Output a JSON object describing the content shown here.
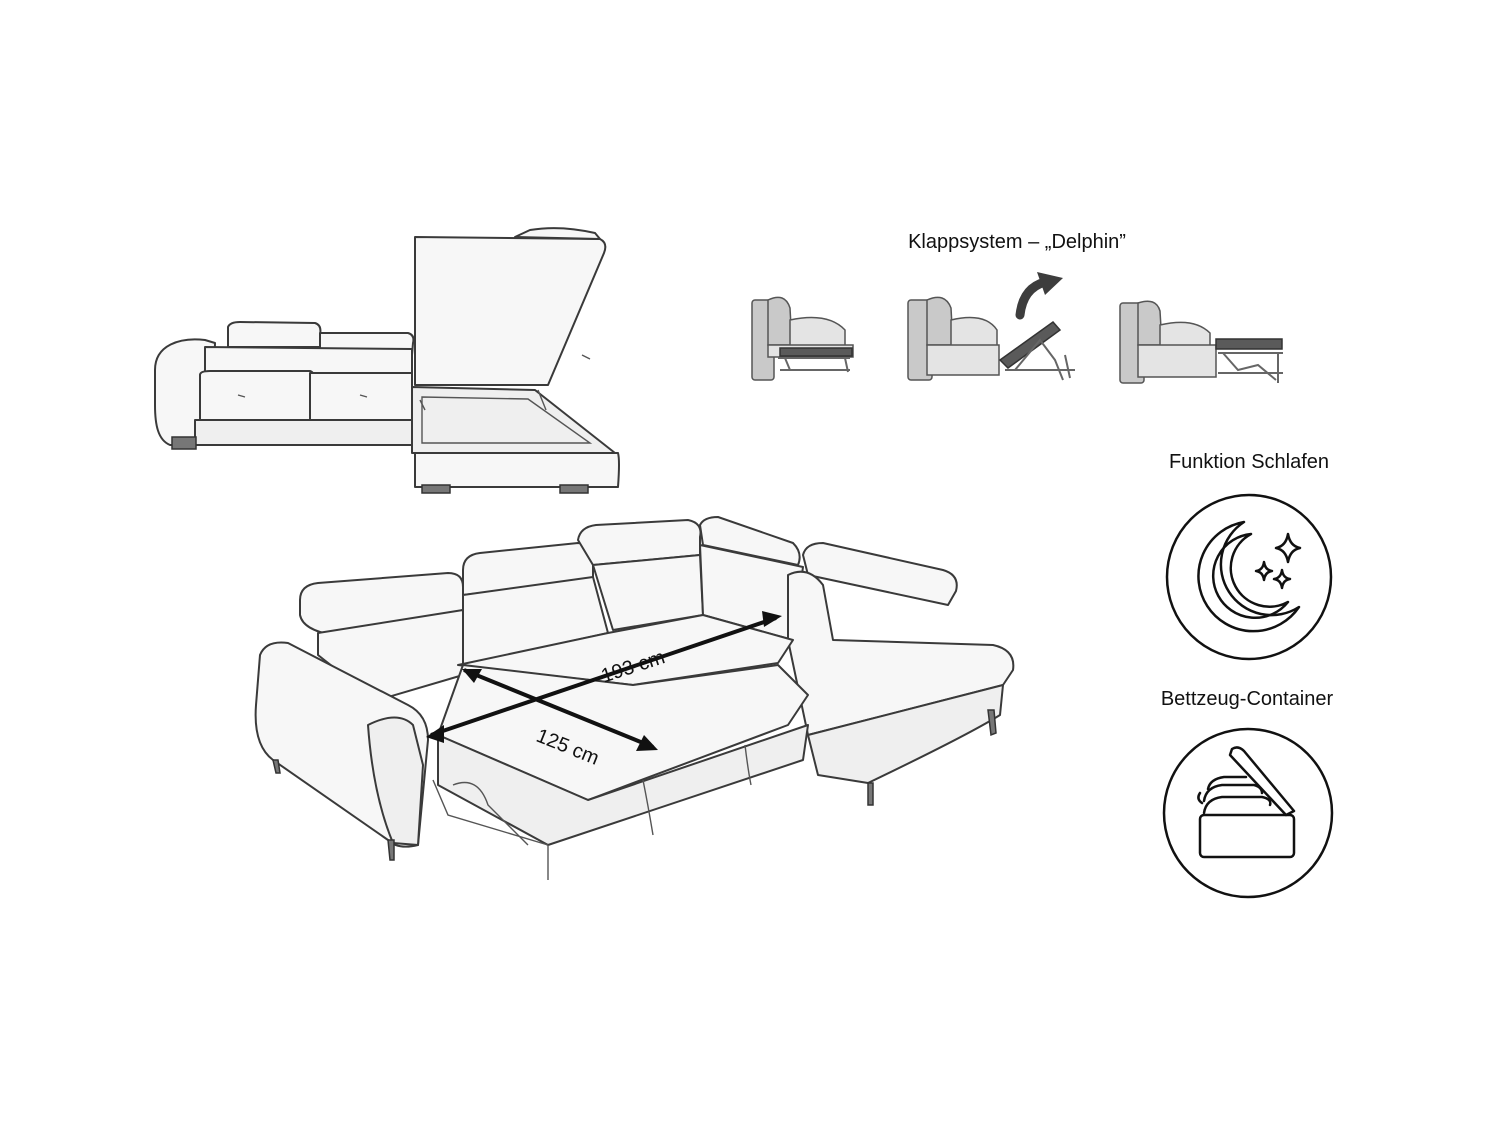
{
  "mechanism": {
    "title": "Klappsystem – „Delphin”",
    "steps": [
      "closed",
      "unfolding",
      "bed"
    ]
  },
  "features": [
    {
      "label": "Funktion Schlafen",
      "icon": "moon-stars-icon"
    },
    {
      "label": "Bettzeug-Container",
      "icon": "storage-container-icon"
    }
  ],
  "dimensions": {
    "length": "193 cm",
    "width": "125 cm"
  },
  "colors": {
    "line": "#3a3a3a",
    "accent_arrow": "#3d3d3d"
  }
}
